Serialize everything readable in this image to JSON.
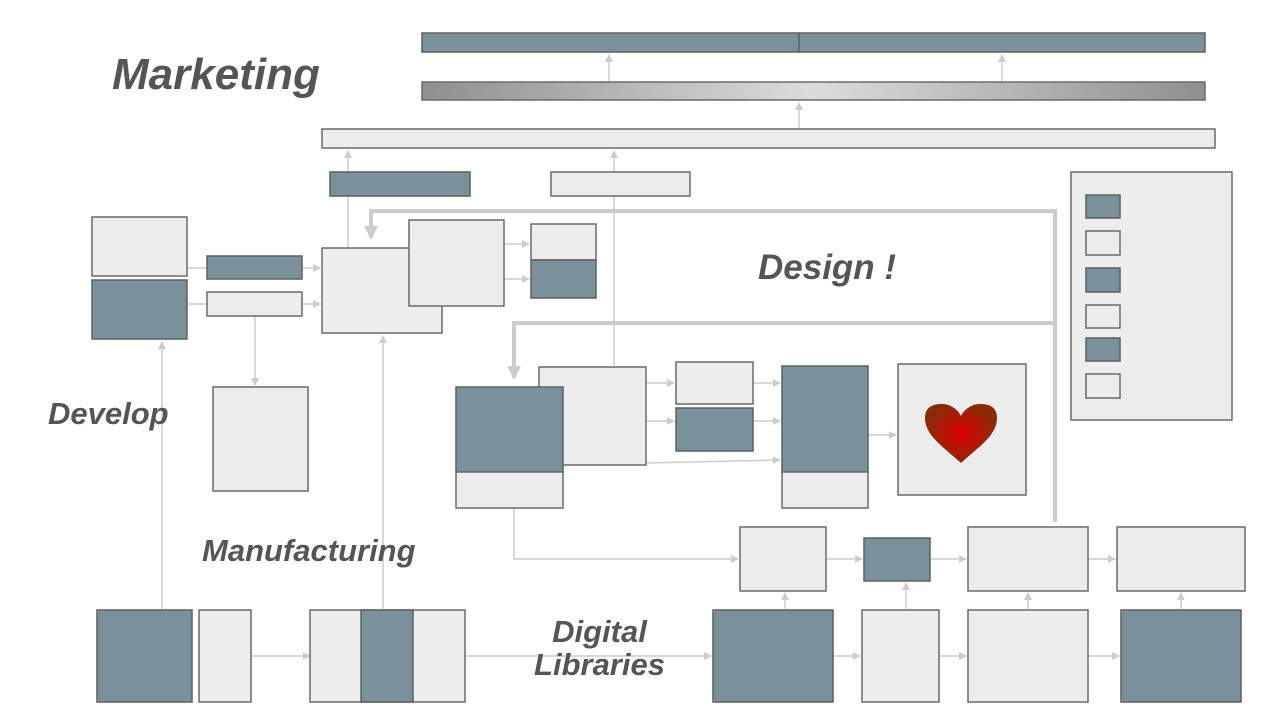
{
  "labels": {
    "marketing": "Marketing",
    "design": "Design !",
    "develop": "Develop",
    "manufacturing": "Manufacturing",
    "digital_libraries_line1": "Digital",
    "digital_libraries_line2": "Libraries"
  },
  "colors": {
    "dark_box": "#7a909b",
    "light_box": "#ededed",
    "connector": "#cccccc",
    "text": "#555555",
    "heart": "#cc0000"
  }
}
